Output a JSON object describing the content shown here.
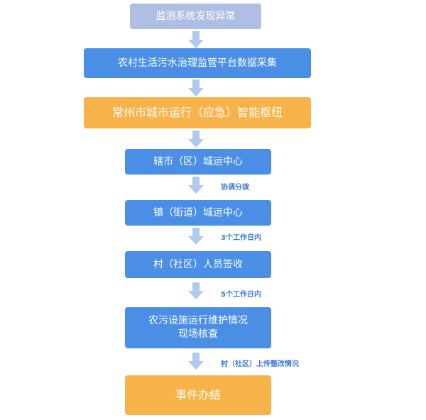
{
  "flow": {
    "step1": "监测系统发现异常",
    "step2": "农村生活污水治理监管平台数据采集",
    "step3": "常州市城市运行（应急）智能枢纽",
    "step4": "辖市（区）城运中心",
    "step5": "镇（街道）城运中心",
    "step6": "村（社区）人员签收",
    "step7": "农污设施运行维护情况\n现场核查",
    "step8": "事件办结"
  },
  "notes": {
    "n1": "协调分拨",
    "n2": "3个工作日内",
    "n3": "5个工作日内",
    "n4": "村（社区）上传整改情况"
  }
}
